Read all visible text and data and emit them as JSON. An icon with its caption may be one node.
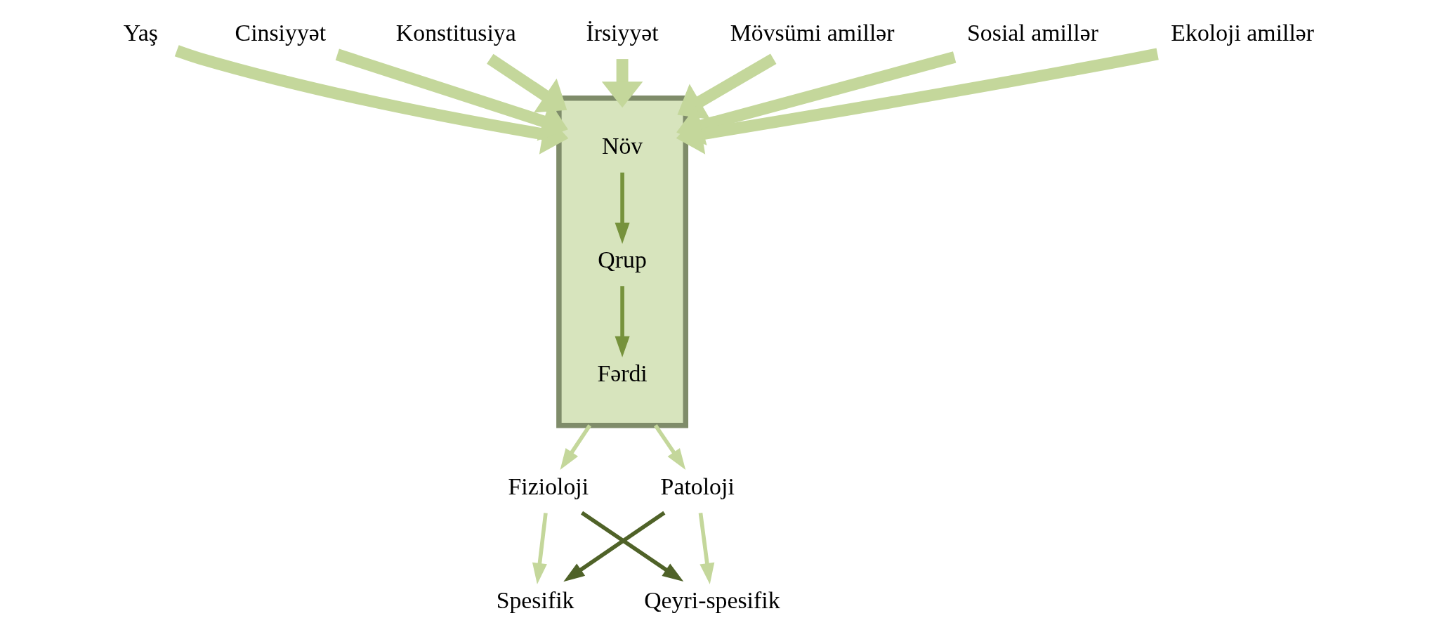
{
  "diagram": {
    "nodes": [
      {
        "text": [
          "Yaş"
        ]
      },
      {
        "text": [
          "Cinsiyyət"
        ]
      },
      {
        "text": [
          "Konstitusiya"
        ]
      },
      {
        "text": [
          "İrsiyyət"
        ]
      },
      {
        "text": [],
        "shape": "box"
      },
      {
        "text": [
          "Növ"
        ],
        "in": 4
      },
      {
        "text": [
          "Qrup"
        ],
        "in": 4
      },
      {
        "text": [
          "Fərdi"
        ],
        "in": 4
      },
      {
        "text": [
          "Mövsümi amillər"
        ]
      },
      {
        "text": [
          "Sosial amillər"
        ]
      },
      {
        "text": [
          "Ekoloji amillər"
        ]
      },
      {
        "text": [
          "Fizioloji"
        ]
      },
      {
        "text": [
          "Patoloji"
        ]
      },
      {
        "text": [
          "Spesifik"
        ]
      },
      {
        "text": [
          "Qeyri-spesifik"
        ]
      }
    ],
    "edges": [
      {
        "from": 0,
        "to": 4,
        "arrow": "to",
        "style": "thick"
      },
      {
        "from": 1,
        "to": 4,
        "arrow": "to",
        "style": "thick"
      },
      {
        "from": 2,
        "to": 4,
        "arrow": "to",
        "style": "thick"
      },
      {
        "from": 3,
        "to": 4,
        "arrow": "to",
        "style": "thick"
      },
      {
        "from": 5,
        "to": 6,
        "arrow": "to",
        "color": "#76923c"
      },
      {
        "from": 6,
        "to": 7,
        "arrow": "to",
        "color": "#76923c"
      },
      {
        "from": 8,
        "to": 4,
        "arrow": "to",
        "style": "thick"
      },
      {
        "from": 9,
        "to": 4,
        "arrow": "to",
        "style": "thick"
      },
      {
        "from": 10,
        "to": 4,
        "arrow": "to",
        "style": "thick"
      },
      {
        "from": 4,
        "to": 11,
        "arrow": "to"
      },
      {
        "from": 4,
        "to": 12,
        "arrow": "to"
      },
      {
        "from": 11,
        "to": 14,
        "arrow": "to",
        "color": "#4f6228"
      },
      {
        "from": 12,
        "to": 13,
        "arrow": "to",
        "color": "#4f6228"
      },
      {
        "from": 11,
        "to": 13,
        "arrow": "to"
      },
      {
        "from": 12,
        "to": 14,
        "arrow": "to"
      }
    ]
  }
}
